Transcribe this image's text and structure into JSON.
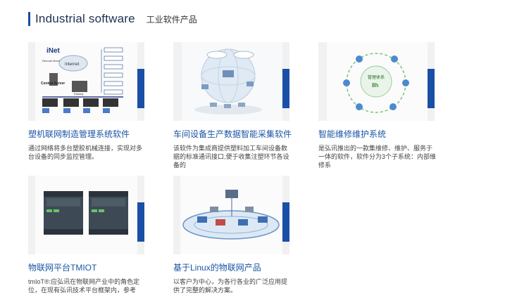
{
  "section": {
    "title_en": "Industrial software",
    "title_cn": "工业软件产品"
  },
  "products": [
    {
      "title": "塑机联网制造管理系统软件",
      "desc": "通过网络将多台塑胶机械连接，实现对多台设备的同步监控管理。",
      "image_text": {
        "brand": "iNet",
        "internet": "Internet",
        "server": "Central Server",
        "factory": "Factory",
        "remote": "Remote Monitoring"
      }
    },
    {
      "title": "车间设备生产数据智能采集软件",
      "desc": "该软件为集成商提供塑料加工车间设备数据的标准通讯接口,便于收集注塑环节各设备的"
    },
    {
      "title": "智能维修维护系统",
      "desc": "是弘讯推出的一款集维修、维护、服务于一体的软件，软件分为3个子系统：内部维修系",
      "image_text": {
        "center": "管理体系",
        "badge": "8h"
      }
    },
    {
      "title": "物联网平台TMIOT",
      "desc": "tmIoT®:应弘讯在物联网产业中的角色定位，在现有弘讯技术平台框架内，参考"
    },
    {
      "title": "基于Linux的物联网产品",
      "desc": "以客户为中心，为各行各业的广泛应用提供了完整的解决方案。"
    }
  ],
  "colors": {
    "accent": "#1a4fa6",
    "title": "#1a55a5",
    "heading": "#1f3050"
  }
}
